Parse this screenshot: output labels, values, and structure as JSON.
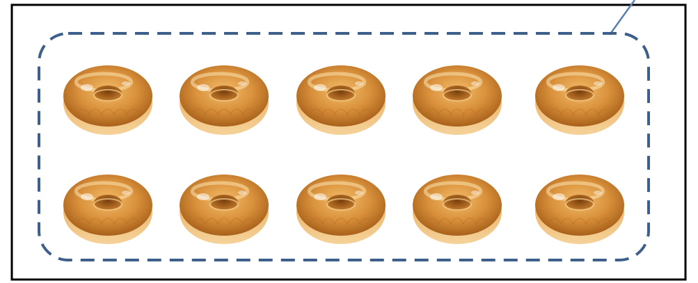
{
  "illustration": {
    "subject": "donut-icon",
    "rows": 2,
    "columns": 5,
    "total_count": 10
  },
  "colors": {
    "frame": "#000000",
    "dashed_group_border": "#3e5f8a",
    "pointer_line": "#5b7fb0",
    "donut_dark": "#a8611a",
    "donut_mid": "#d48a35",
    "donut_light": "#f0b45e",
    "donut_highlight": "#fbe3b0",
    "background": "#ffffff"
  }
}
